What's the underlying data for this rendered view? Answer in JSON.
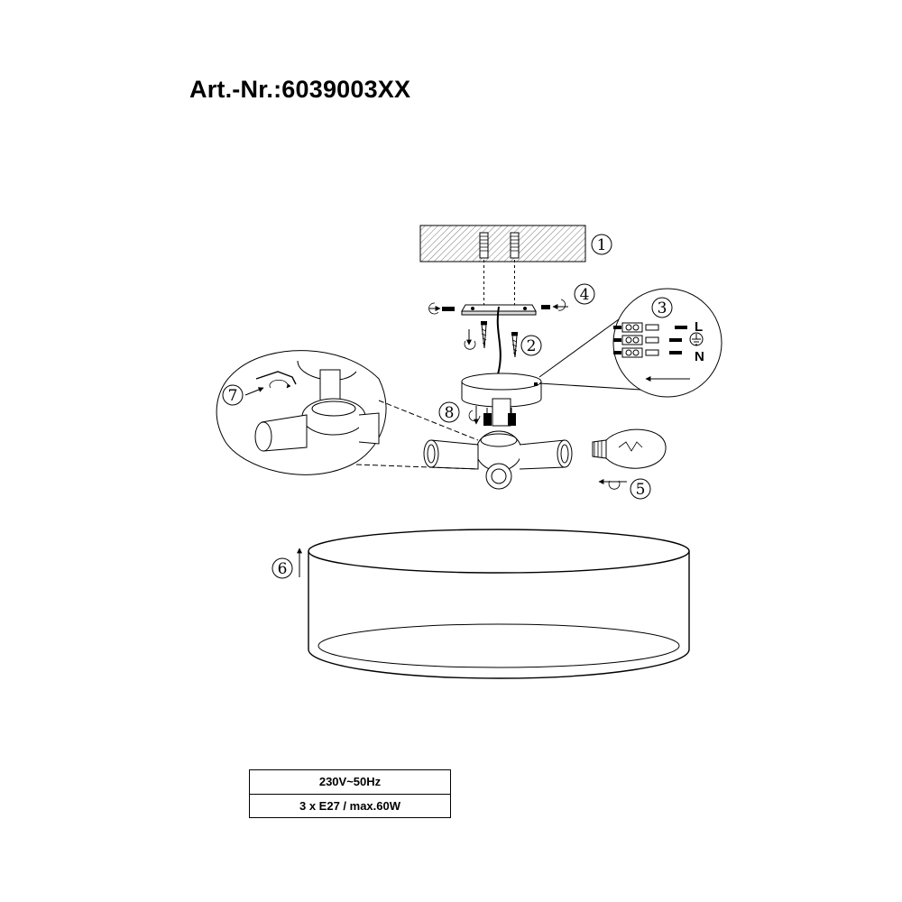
{
  "title": "Art.-Nr.:6039003XX",
  "steps": [
    {
      "label": "1"
    },
    {
      "label": "2"
    },
    {
      "label": "3"
    },
    {
      "label": "4"
    },
    {
      "label": "5"
    },
    {
      "label": "6"
    },
    {
      "label": "7"
    },
    {
      "label": "8"
    }
  ],
  "wiring": {
    "live": "L",
    "neutral": "N"
  },
  "specs": {
    "voltage": "230V~50Hz",
    "bulbs": "3 x E27 / max.60W"
  }
}
